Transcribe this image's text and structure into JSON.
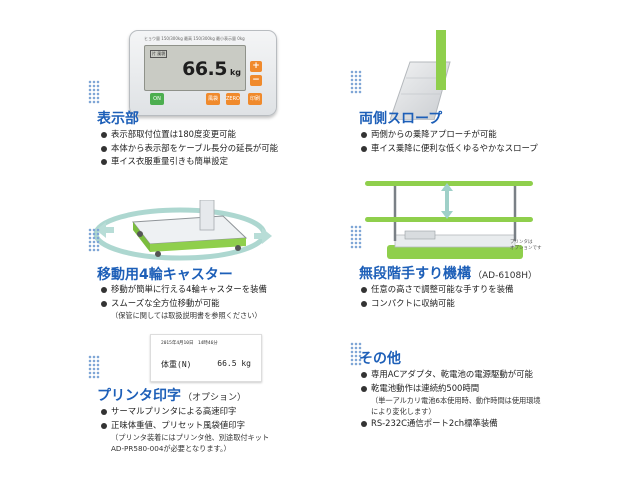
{
  "display_unit": {
    "top_text": "ヒョウ量 150/300kg  最高 150/300kg  最小表示量 0kg",
    "mode_label": "片 風袋",
    "weight_value": "66.5",
    "weight_unit": "kg",
    "plus_label": "+",
    "minus_label": "−",
    "btn_on_label": "ON",
    "btn_tare_label": "風袋",
    "btn_zero_label": "ZERO",
    "btn_print_label": "印刷"
  },
  "section_display": {
    "title": "表示部",
    "bullets": [
      "表示部取付位置は180度変更可能",
      "本体から表示部をケーブル長分の延長が可能",
      "車イス衣服重量引きも簡単設定"
    ]
  },
  "section_ramp": {
    "title": "両側スロープ",
    "bullets": [
      "両側からの乗降アプローチが可能",
      "車イス乗降に便利な低くゆるやかなスロープ"
    ]
  },
  "section_caster": {
    "title": "移動用4輪キャスター",
    "bullets": [
      "移動が簡単に行える4輪キャスターを装備",
      "スムーズな全方位移動が可能"
    ],
    "note": "（保管に関しては取扱説明書を参照ください）"
  },
  "section_handrail": {
    "title": "無段階手すり機構",
    "model": "（AD-6108H）",
    "bullets": [
      "任意の高さで調整可能な手すりを装備",
      "コンパクトに収納可能"
    ],
    "printer_note_1": "プリンタは",
    "printer_note_2": "オプションです"
  },
  "section_printer": {
    "title": "プリンタ印字",
    "subtitle": "（オプション）",
    "bullets": [
      "サーマルプリンタによる高速印字",
      "正味体重値、プリセット風袋値印字"
    ],
    "note_1": "（プリンタ装着にはプリンタ他、別途取付キット",
    "note_2": "AD-PR580-004が必要となります。）",
    "slip": {
      "date": "2015年4月10日　14時46分",
      "label": "体重(N)",
      "weight": "66.5  kg"
    }
  },
  "section_other": {
    "title": "その他",
    "bullets": [
      "専用ACアダプタ、乾電池の電源駆動が可能",
      "乾電池動作は連続約500時間",
      "RS-232C通信ポート2ch標準装備"
    ],
    "note_1": "（単一アルカリ電池6本使用時、動作時間は使用環境",
    "note_2": "により変化します）"
  },
  "colors": {
    "heading": "#1d5fb8",
    "accent_green": "#8fcf4c",
    "accent_orange": "#f08a2c",
    "dots": "#7fa6d6"
  }
}
